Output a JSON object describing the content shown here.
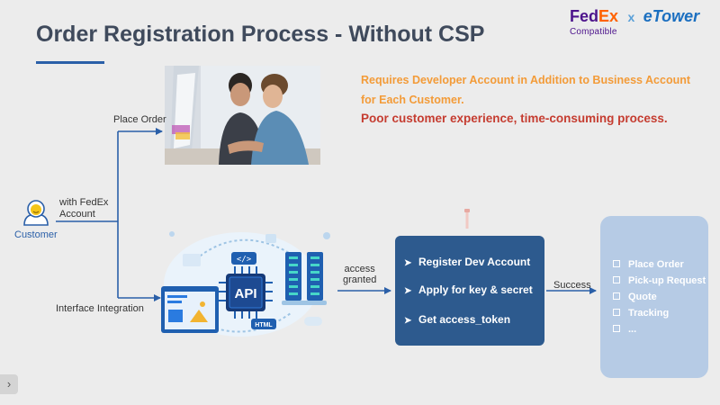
{
  "slide": {
    "title": "Order Registration Process - Without CSP"
  },
  "logo": {
    "fed": "Fed",
    "ex": "Ex",
    "compatible": "Compatible",
    "x": "x",
    "etower": "eTower"
  },
  "notes": {
    "requirement": "Requires Developer Account in Addition to Business Account for Each Customer.",
    "impact": "Poor customer experience, time-consuming process."
  },
  "flow": {
    "customer": "Customer",
    "with_account": [
      "with FedEx",
      "Account"
    ],
    "place_order": "Place Order",
    "interface_integration": "Interface Integration",
    "access_granted": [
      "access",
      "granted"
    ],
    "success": "Success"
  },
  "api_illustration": {
    "api": "API",
    "code": "</>",
    "html": "HTML"
  },
  "developer_steps": [
    "Register Dev Account",
    "Apply for key & secret",
    "Get access_token"
  ],
  "results": [
    "Place Order",
    "Pick-up Request",
    "Quote",
    "Tracking",
    "..."
  ],
  "nav": {
    "next": "›"
  },
  "colors": {
    "title": "#3f4a5c",
    "accent_blue": "#2a5fa8",
    "note_orange": "#f39b38",
    "note_red": "#c53c30",
    "dev_box": "#2d5a8e",
    "result_box": "#b6cbe5",
    "fedex_purple": "#4d148c",
    "fedex_orange": "#ff6200"
  }
}
